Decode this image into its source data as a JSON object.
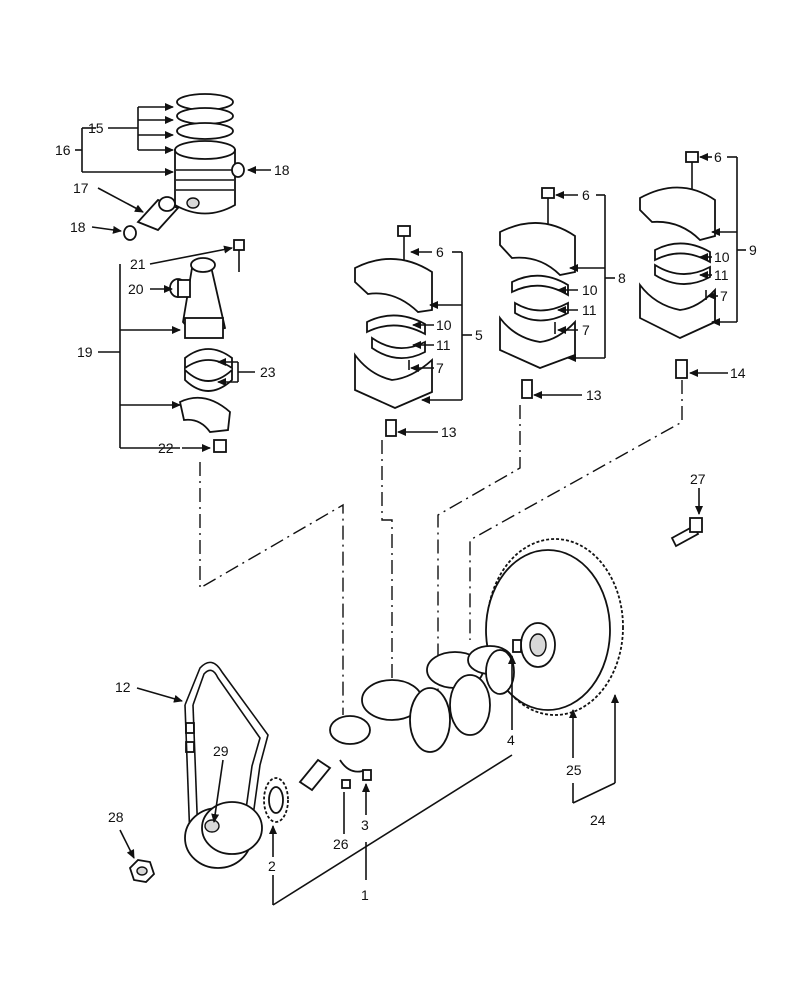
{
  "diagram": {
    "callouts": [
      {
        "id": "c1",
        "text": "1"
      },
      {
        "id": "c2",
        "text": "2"
      },
      {
        "id": "c3",
        "text": "3"
      },
      {
        "id": "c4",
        "text": "4"
      },
      {
        "id": "c5",
        "text": "5"
      },
      {
        "id": "c6a",
        "text": "6"
      },
      {
        "id": "c6b",
        "text": "6"
      },
      {
        "id": "c6c",
        "text": "6"
      },
      {
        "id": "c7a",
        "text": "7"
      },
      {
        "id": "c7b",
        "text": "7"
      },
      {
        "id": "c7c",
        "text": "7"
      },
      {
        "id": "c8",
        "text": "8"
      },
      {
        "id": "c9",
        "text": "9"
      },
      {
        "id": "c10a",
        "text": "10"
      },
      {
        "id": "c10b",
        "text": "10"
      },
      {
        "id": "c10c",
        "text": "10"
      },
      {
        "id": "c11a",
        "text": "11"
      },
      {
        "id": "c11b",
        "text": "11"
      },
      {
        "id": "c11c",
        "text": "11"
      },
      {
        "id": "c12",
        "text": "12"
      },
      {
        "id": "c13a",
        "text": "13"
      },
      {
        "id": "c13b",
        "text": "13"
      },
      {
        "id": "c14",
        "text": "14"
      },
      {
        "id": "c15",
        "text": "15"
      },
      {
        "id": "c16",
        "text": "16"
      },
      {
        "id": "c17",
        "text": "17"
      },
      {
        "id": "c18a",
        "text": "18"
      },
      {
        "id": "c18b",
        "text": "18"
      },
      {
        "id": "c19",
        "text": "19"
      },
      {
        "id": "c20",
        "text": "20"
      },
      {
        "id": "c21",
        "text": "21"
      },
      {
        "id": "c22",
        "text": "22"
      },
      {
        "id": "c23",
        "text": "23"
      },
      {
        "id": "c24",
        "text": "24"
      },
      {
        "id": "c25",
        "text": "25"
      },
      {
        "id": "c26",
        "text": "26"
      },
      {
        "id": "c27",
        "text": "27"
      },
      {
        "id": "c28",
        "text": "28"
      },
      {
        "id": "c29",
        "text": "29"
      }
    ]
  }
}
